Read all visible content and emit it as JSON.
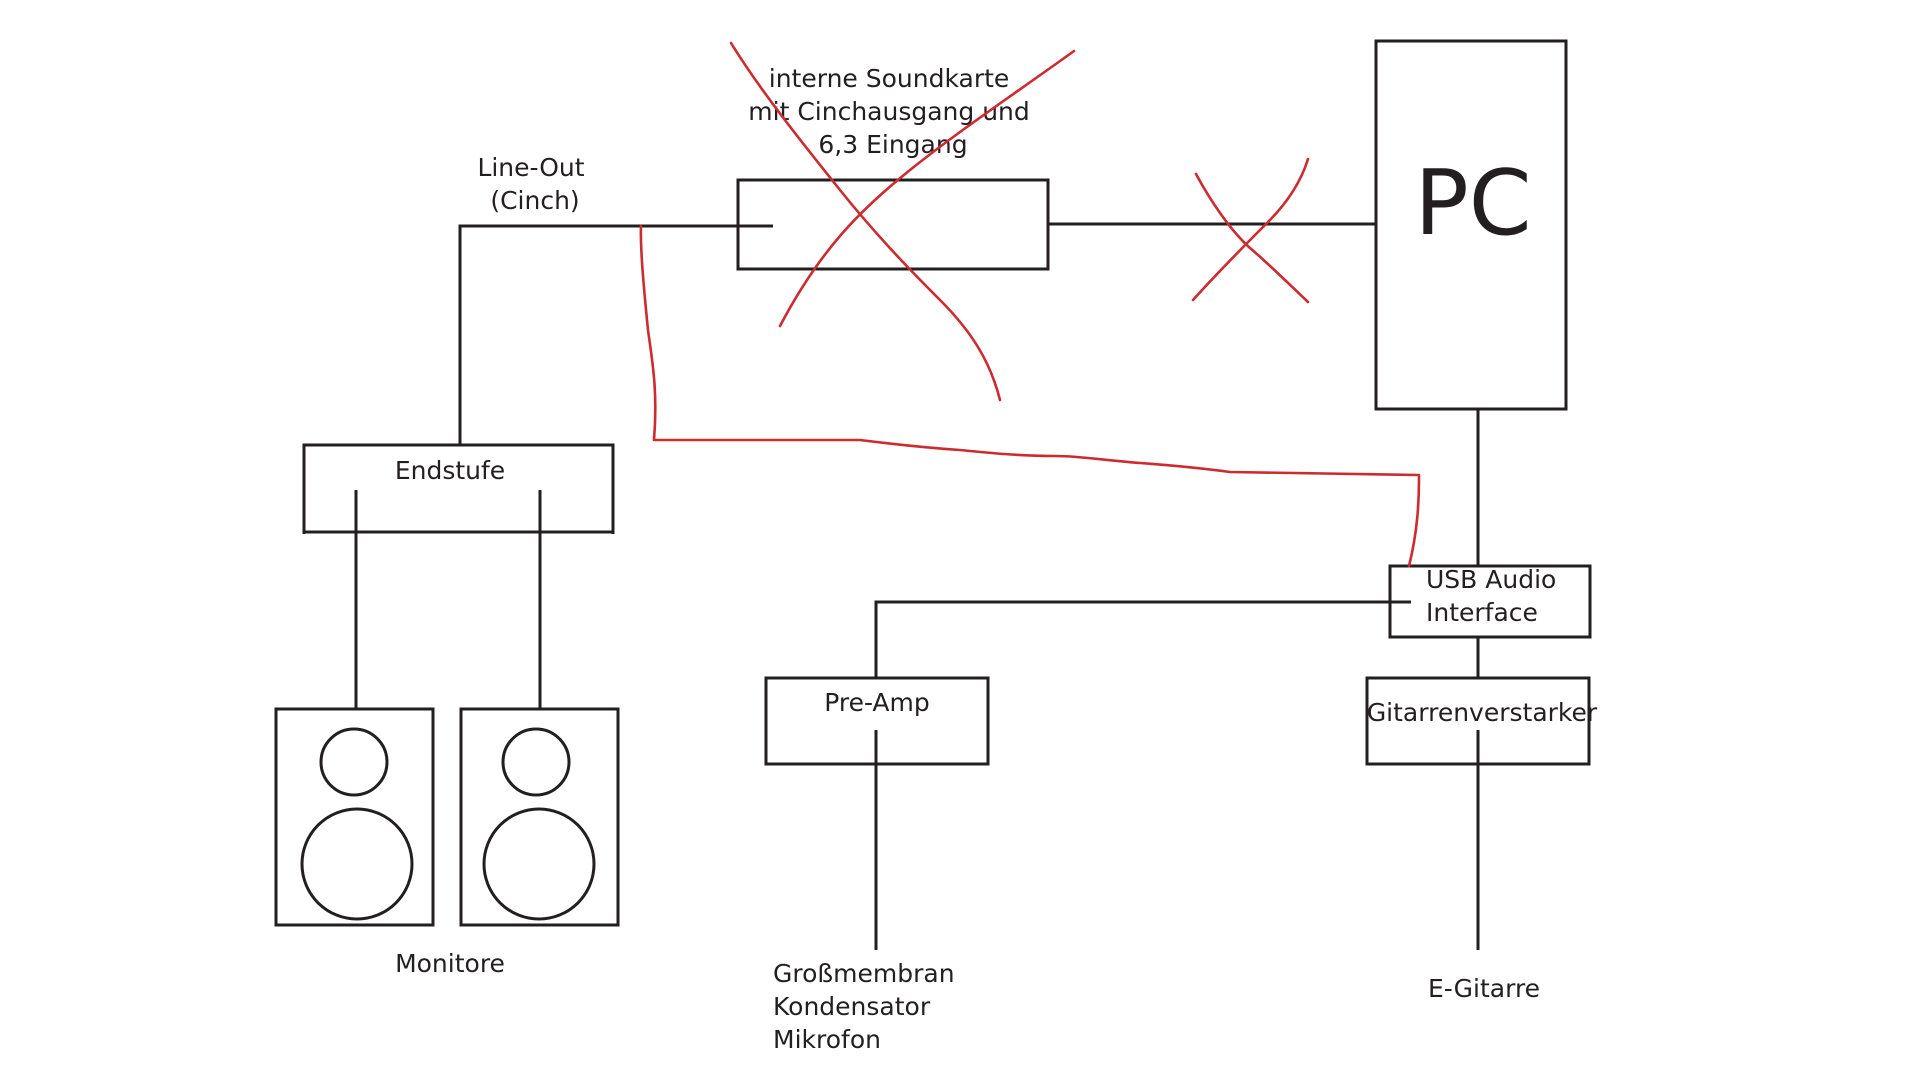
{
  "labels": {
    "soundcard": [
      "interne Soundkarte",
      "mit Cinchausgang und",
      "6,3 Eingang"
    ],
    "lineout": [
      "Line-Out",
      "(Cinch)"
    ],
    "pc": "PC",
    "endstufe": "Endstufe",
    "usb_interface": [
      "USB Audio",
      "Interface"
    ],
    "preamp": "Pre-Amp",
    "guitar_amp": "Gitarrenverstarker",
    "monitors": "Monitore",
    "microphone": [
      "Großmembran",
      "Kondensator",
      "Mikrofon"
    ],
    "guitar": "E-Gitarre"
  },
  "colors": {
    "ink": "#231f20",
    "correction_red": "#cc2b2f",
    "background": "#ffffff"
  }
}
